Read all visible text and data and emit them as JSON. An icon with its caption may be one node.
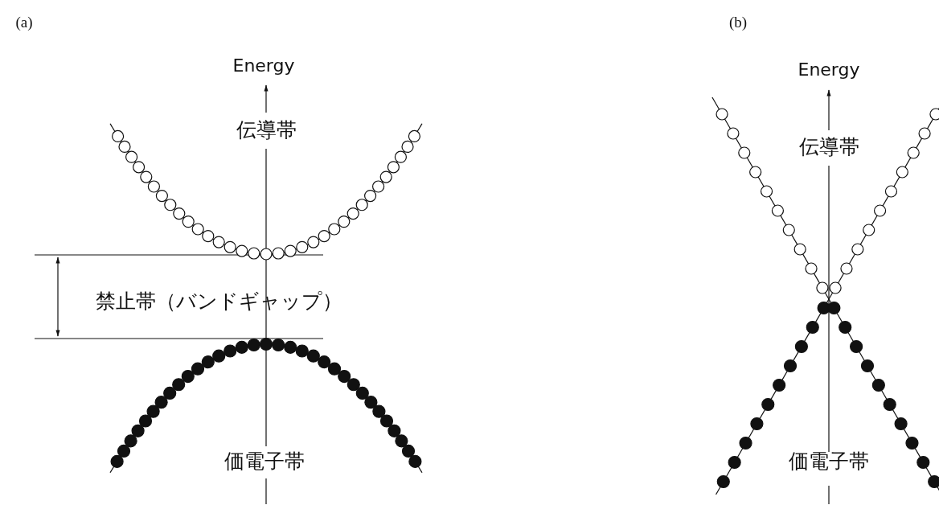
{
  "diagram": {
    "labels": [
      "(a)",
      "(b)",
      "Energy",
      "Energy",
      "伝導帯",
      "伝導帯",
      "禁止帯（バンドギャップ）",
      "価電子帯",
      "価電子帯"
    ]
  }
}
